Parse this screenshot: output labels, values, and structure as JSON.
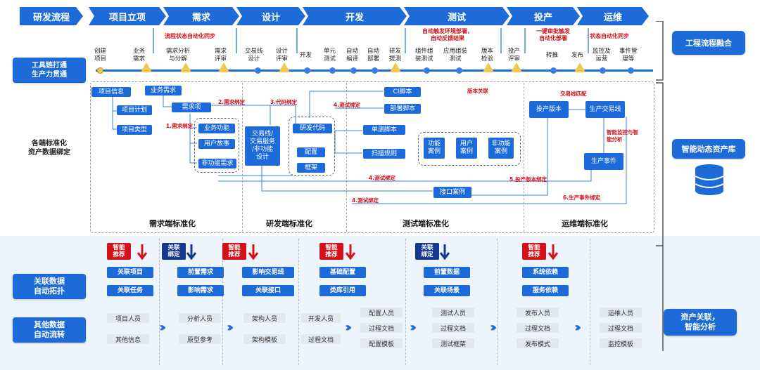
{
  "header": {
    "title": "研发流程"
  },
  "phases": [
    "项目立项",
    "需求",
    "设计",
    "开发",
    "测试",
    "投产",
    "运维"
  ],
  "sidebar": {
    "right_top": "工程流程融合",
    "right_mid": "智能动态资产库",
    "right_bottom": "资产关联，\n智能分析"
  },
  "left": {
    "row1": "工具链打通\n生产力贯通",
    "row2": "各端标准化\n资产数据绑定",
    "row3": "关联数据\n自动拓扑",
    "row4": "其他数据\n自动流转"
  },
  "red_top": {
    "a": "流程状态自动化同步",
    "b": "自动触发环境部署，\n自动反馈结果",
    "c": "一键审批触发\n自动化部署",
    "d": "状态自动化同步"
  },
  "steps": [
    "创建\n项目",
    "业务\n需求",
    "需求分析\n与分解",
    "需求\n评审",
    "交易线\n设计",
    "设计\n评审",
    "开发",
    "单元\n测试",
    "自动\n编译",
    "自动\n部署",
    "研发\n提测",
    "组件组\n装测试",
    "应用组装\n测试",
    "版本\n检验",
    "投产\n评审",
    "转推",
    "发布",
    "监控及\n运营",
    "事件管\n理等"
  ],
  "nodes": {
    "xmxx": "项目信息",
    "ywxq": "业务需求",
    "xmjh": "项目计划",
    "xmlx": "项目类型",
    "xqx": "需求项",
    "ywgn": "业务功能",
    "yhgs": "用户故事",
    "fgnxq": "非功能需求",
    "jyx": "交易线/\n交易服务\n/非功能\n设计",
    "yfdm": "研发代码",
    "pz": "配置",
    "kj": "框架",
    "ci": "CI脚本",
    "bsjb": "部署脚本",
    "dcjb": "单测脚本",
    "smgz": "扫描规则",
    "gnal": "功能\n案例",
    "yhal": "用户\n案例",
    "fgnal": "非功能\n案例",
    "jkal": "接口案例",
    "tcbb": "投产版本",
    "scjyx": "生产交易线",
    "scsj": "生产事件"
  },
  "labels": {
    "l1": "1.需求绑定",
    "l2": "2.需求绑定",
    "l3": "3.代码绑定",
    "l4a": "4.测试绑定",
    "l4b": "4.测试绑定",
    "l4c": "4.测试绑定",
    "l5": "5.投产版本绑定",
    "l6": "6.生产事件绑定",
    "bbgl": "版本关联",
    "jyxpp": "交易线匹配",
    "znjk": "智能监控与智\n能分析"
  },
  "sections": [
    "需求端标准化",
    "研发端标准化",
    "测试端标准化",
    "运维端标准化"
  ],
  "tags": [
    "智能\n推荐",
    "关联\n绑定",
    "智能\n推荐",
    "智能\n推荐",
    "关联\n绑定",
    "智能\n推荐"
  ],
  "assoc": [
    [
      "关联项目",
      "关联任务"
    ],
    [
      "前置需求",
      "影响需求"
    ],
    [
      "影响交易线",
      "关联接口"
    ],
    [
      "基础配置",
      "类库引用"
    ],
    [
      "前置数据",
      "关联场景"
    ],
    [
      "系统依赖",
      "服务依赖"
    ]
  ],
  "other": [
    [
      "项目人员",
      "其他信息"
    ],
    [
      "分析人员",
      "原型参考"
    ],
    [
      "架构人员",
      "架构模板"
    ],
    [
      "开发人员",
      "过程文档"
    ],
    [
      "配置人员",
      "过程文档",
      "配置模板"
    ],
    [
      "测试人员",
      "过程文档",
      "测试框架"
    ],
    [
      "发布人员",
      "过程文档",
      "发布模式"
    ],
    [
      "运维人员",
      "过程文档",
      "监控模板"
    ]
  ]
}
